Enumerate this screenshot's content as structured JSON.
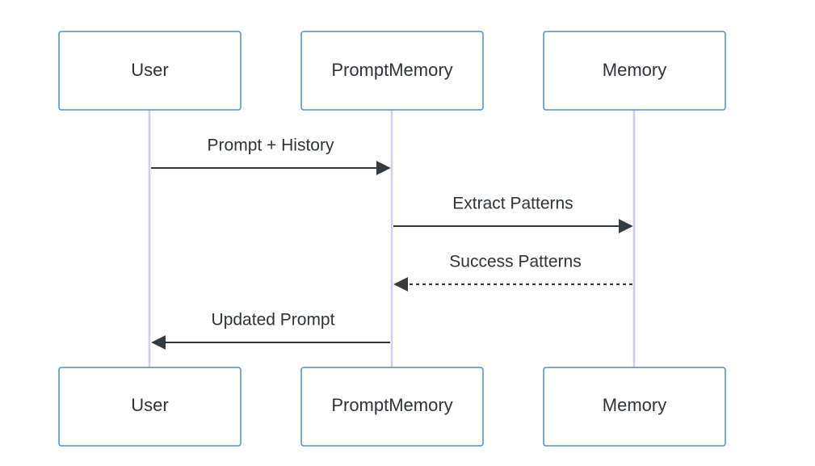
{
  "actors": [
    {
      "id": "user",
      "label": "User"
    },
    {
      "id": "promptmemory",
      "label": "PromptMemory"
    },
    {
      "id": "memory",
      "label": "Memory"
    }
  ],
  "messages": [
    {
      "from": "user",
      "to": "promptmemory",
      "label": "Prompt + History",
      "style": "solid"
    },
    {
      "from": "promptmemory",
      "to": "memory",
      "label": "Extract Patterns",
      "style": "solid"
    },
    {
      "from": "memory",
      "to": "promptmemory",
      "label": "Success Patterns",
      "style": "dashed"
    },
    {
      "from": "promptmemory",
      "to": "user",
      "label": "Updated Prompt",
      "style": "solid"
    }
  ],
  "colors": {
    "box_border": "#4a90c8",
    "lifeline": "#d3cdea",
    "arrow": "#333a40",
    "text": "#2f3338"
  }
}
